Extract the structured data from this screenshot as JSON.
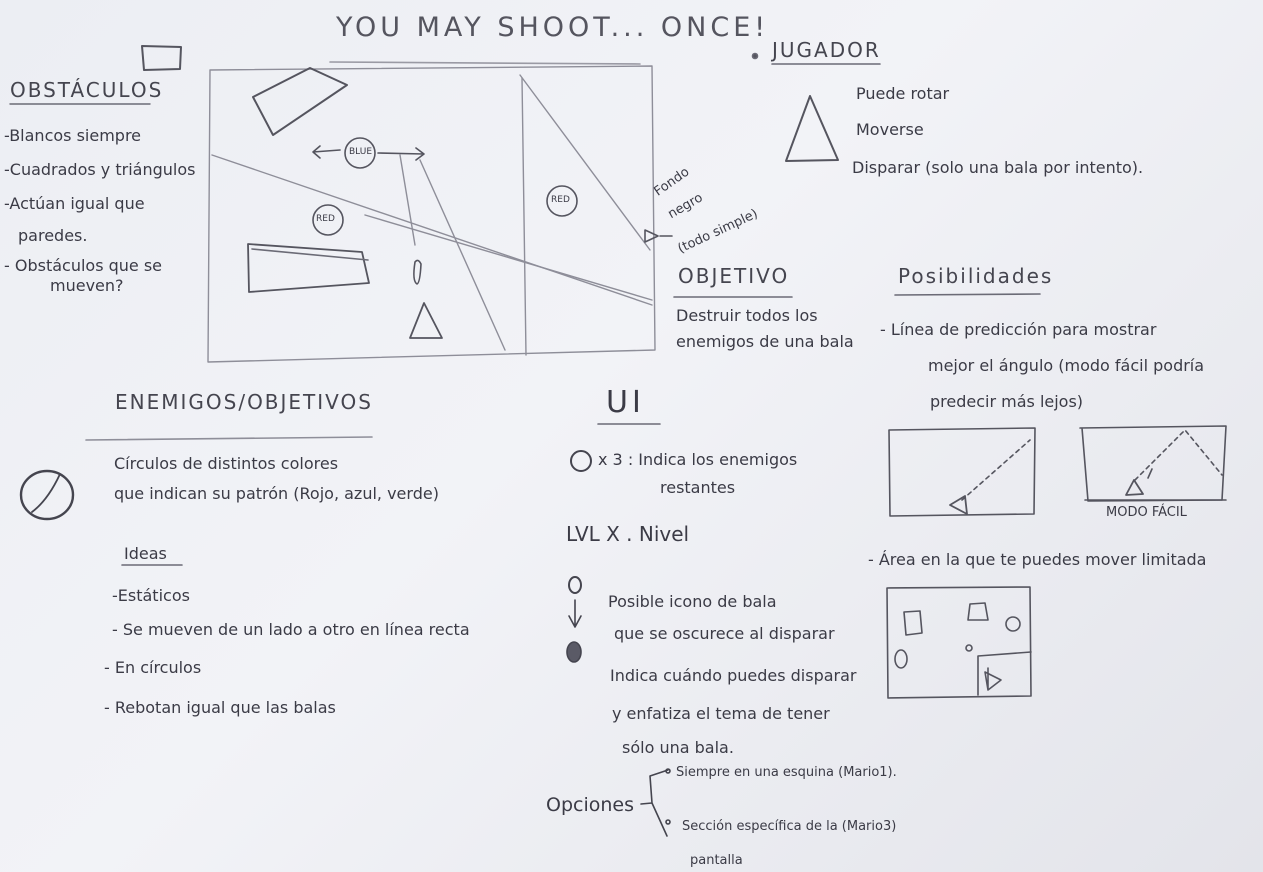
{
  "title": "YOU MAY SHOOT... ONCE!",
  "obstaculos": {
    "heading": "OBSTÁCULOS",
    "lines": [
      "-Blancos siempre",
      "-Cuadrados y triángulos",
      "-Actúan igual que",
      "paredes.",
      "- Obstáculos que se",
      "mueven?"
    ]
  },
  "sketch": {
    "blue": "BLUE",
    "red1": "RED",
    "red2": "RED",
    "note1": "Fondo",
    "note2": "negro",
    "note3": "(todo simple)"
  },
  "jugador": {
    "heading": "JUGADOR",
    "lines": [
      "Puede rotar",
      "Moverse",
      "Disparar (solo una bala por intento)."
    ]
  },
  "objetivo": {
    "heading": "OBJETIVO",
    "lines": [
      "Destruir todos los",
      "enemigos de una bala"
    ]
  },
  "posibilidades": {
    "heading": "Posibilidades",
    "lines": [
      "- Línea de predicción para mostrar",
      "mejor el ángulo (modo fácil podría",
      "predecir más lejos)"
    ],
    "modo_facil": "MODO FÁCIL",
    "area": "- Área en la que te puedes mover limitada"
  },
  "enemigos": {
    "heading": "ENEMIGOS/OBJETIVOS",
    "lines": [
      "Círculos de distintos colores",
      "que indican su patrón (Rojo, azul, verde)"
    ],
    "ideas_heading": "Ideas",
    "ideas": [
      "-Estáticos",
      "- Se mueven de un lado a otro en línea recta",
      "- En círculos",
      "- Rebotan igual que las balas"
    ]
  },
  "ui": {
    "heading": "UI",
    "enemies": "x 3 : Indica los enemigos",
    "enemies2": "restantes",
    "level": "LVL X . Nivel",
    "bullet_lines": [
      "Posible icono de bala",
      "que se oscurece al disparar",
      "Indica cuándo puedes disparar",
      "y enfatiza el tema de tener",
      "sólo una bala."
    ],
    "opciones": "Opciones",
    "opt1": "Siempre en una esquina (Mario1).",
    "opt2": "Sección específica de la (Mario3)",
    "opt3": "pantalla"
  }
}
